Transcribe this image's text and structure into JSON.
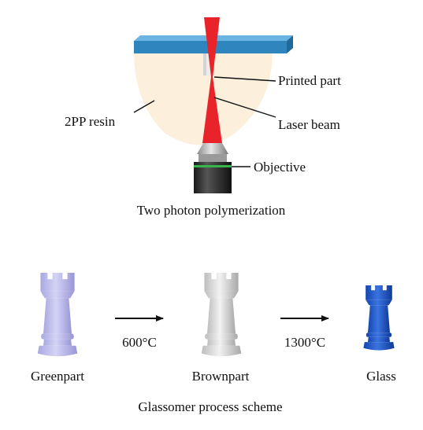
{
  "top": {
    "caption": "Two photon polymerization",
    "labels": {
      "printed_part": "Printed part",
      "resin": "2PP resin",
      "laser": "Laser beam",
      "objective": "Objective"
    }
  },
  "bottom": {
    "caption": "Glassomer process scheme",
    "stages": [
      {
        "label": "Greenpart",
        "color": "#b9b8ea"
      },
      {
        "label": "Brownpart",
        "color": "#d6d6d6"
      },
      {
        "label": "Glass",
        "color": "#1f55c4"
      }
    ],
    "steps": [
      "600°C",
      "1300°C"
    ]
  },
  "colors": {
    "substrate": "#2f86bf",
    "resin": "#fcefdc",
    "laser": "#e8232a",
    "objective": "#333333",
    "objective_ring": "#38b54a"
  }
}
